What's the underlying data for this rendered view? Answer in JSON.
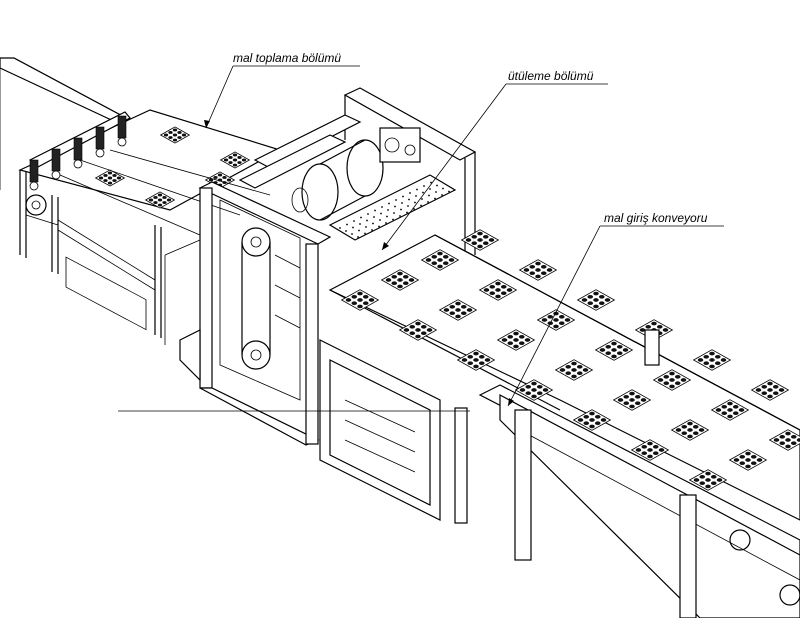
{
  "labels": {
    "collection": "mal toplama bölümü",
    "ironing": "ütüleme bölümü",
    "infeed": "mal giriş konveyoru"
  },
  "colors": {
    "line": "#000000",
    "background": "#ffffff",
    "product": "#111111"
  }
}
